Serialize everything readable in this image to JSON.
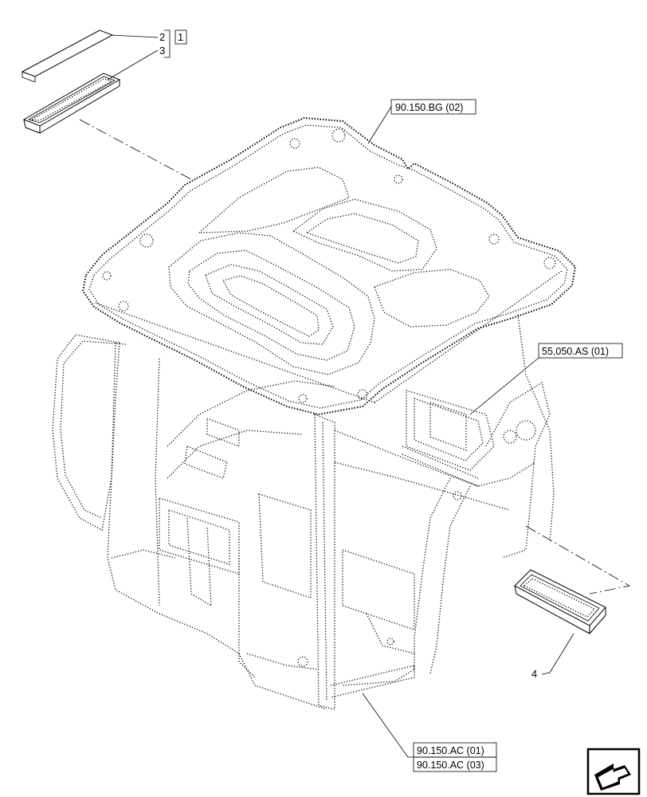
{
  "callouts": {
    "item_2": "2",
    "item_3": "3",
    "item_4": "4",
    "group_ref": "1"
  },
  "references": {
    "roof": "90.150.BG (02)",
    "blower": "55.050.AS (01)",
    "cab_1": "90.150.AC (01)",
    "cab_2": "90.150.AC (03)"
  },
  "icons": {
    "nav": "next-page-arrow-icon"
  },
  "colors": {
    "ink": "#000000",
    "background": "#ffffff"
  }
}
